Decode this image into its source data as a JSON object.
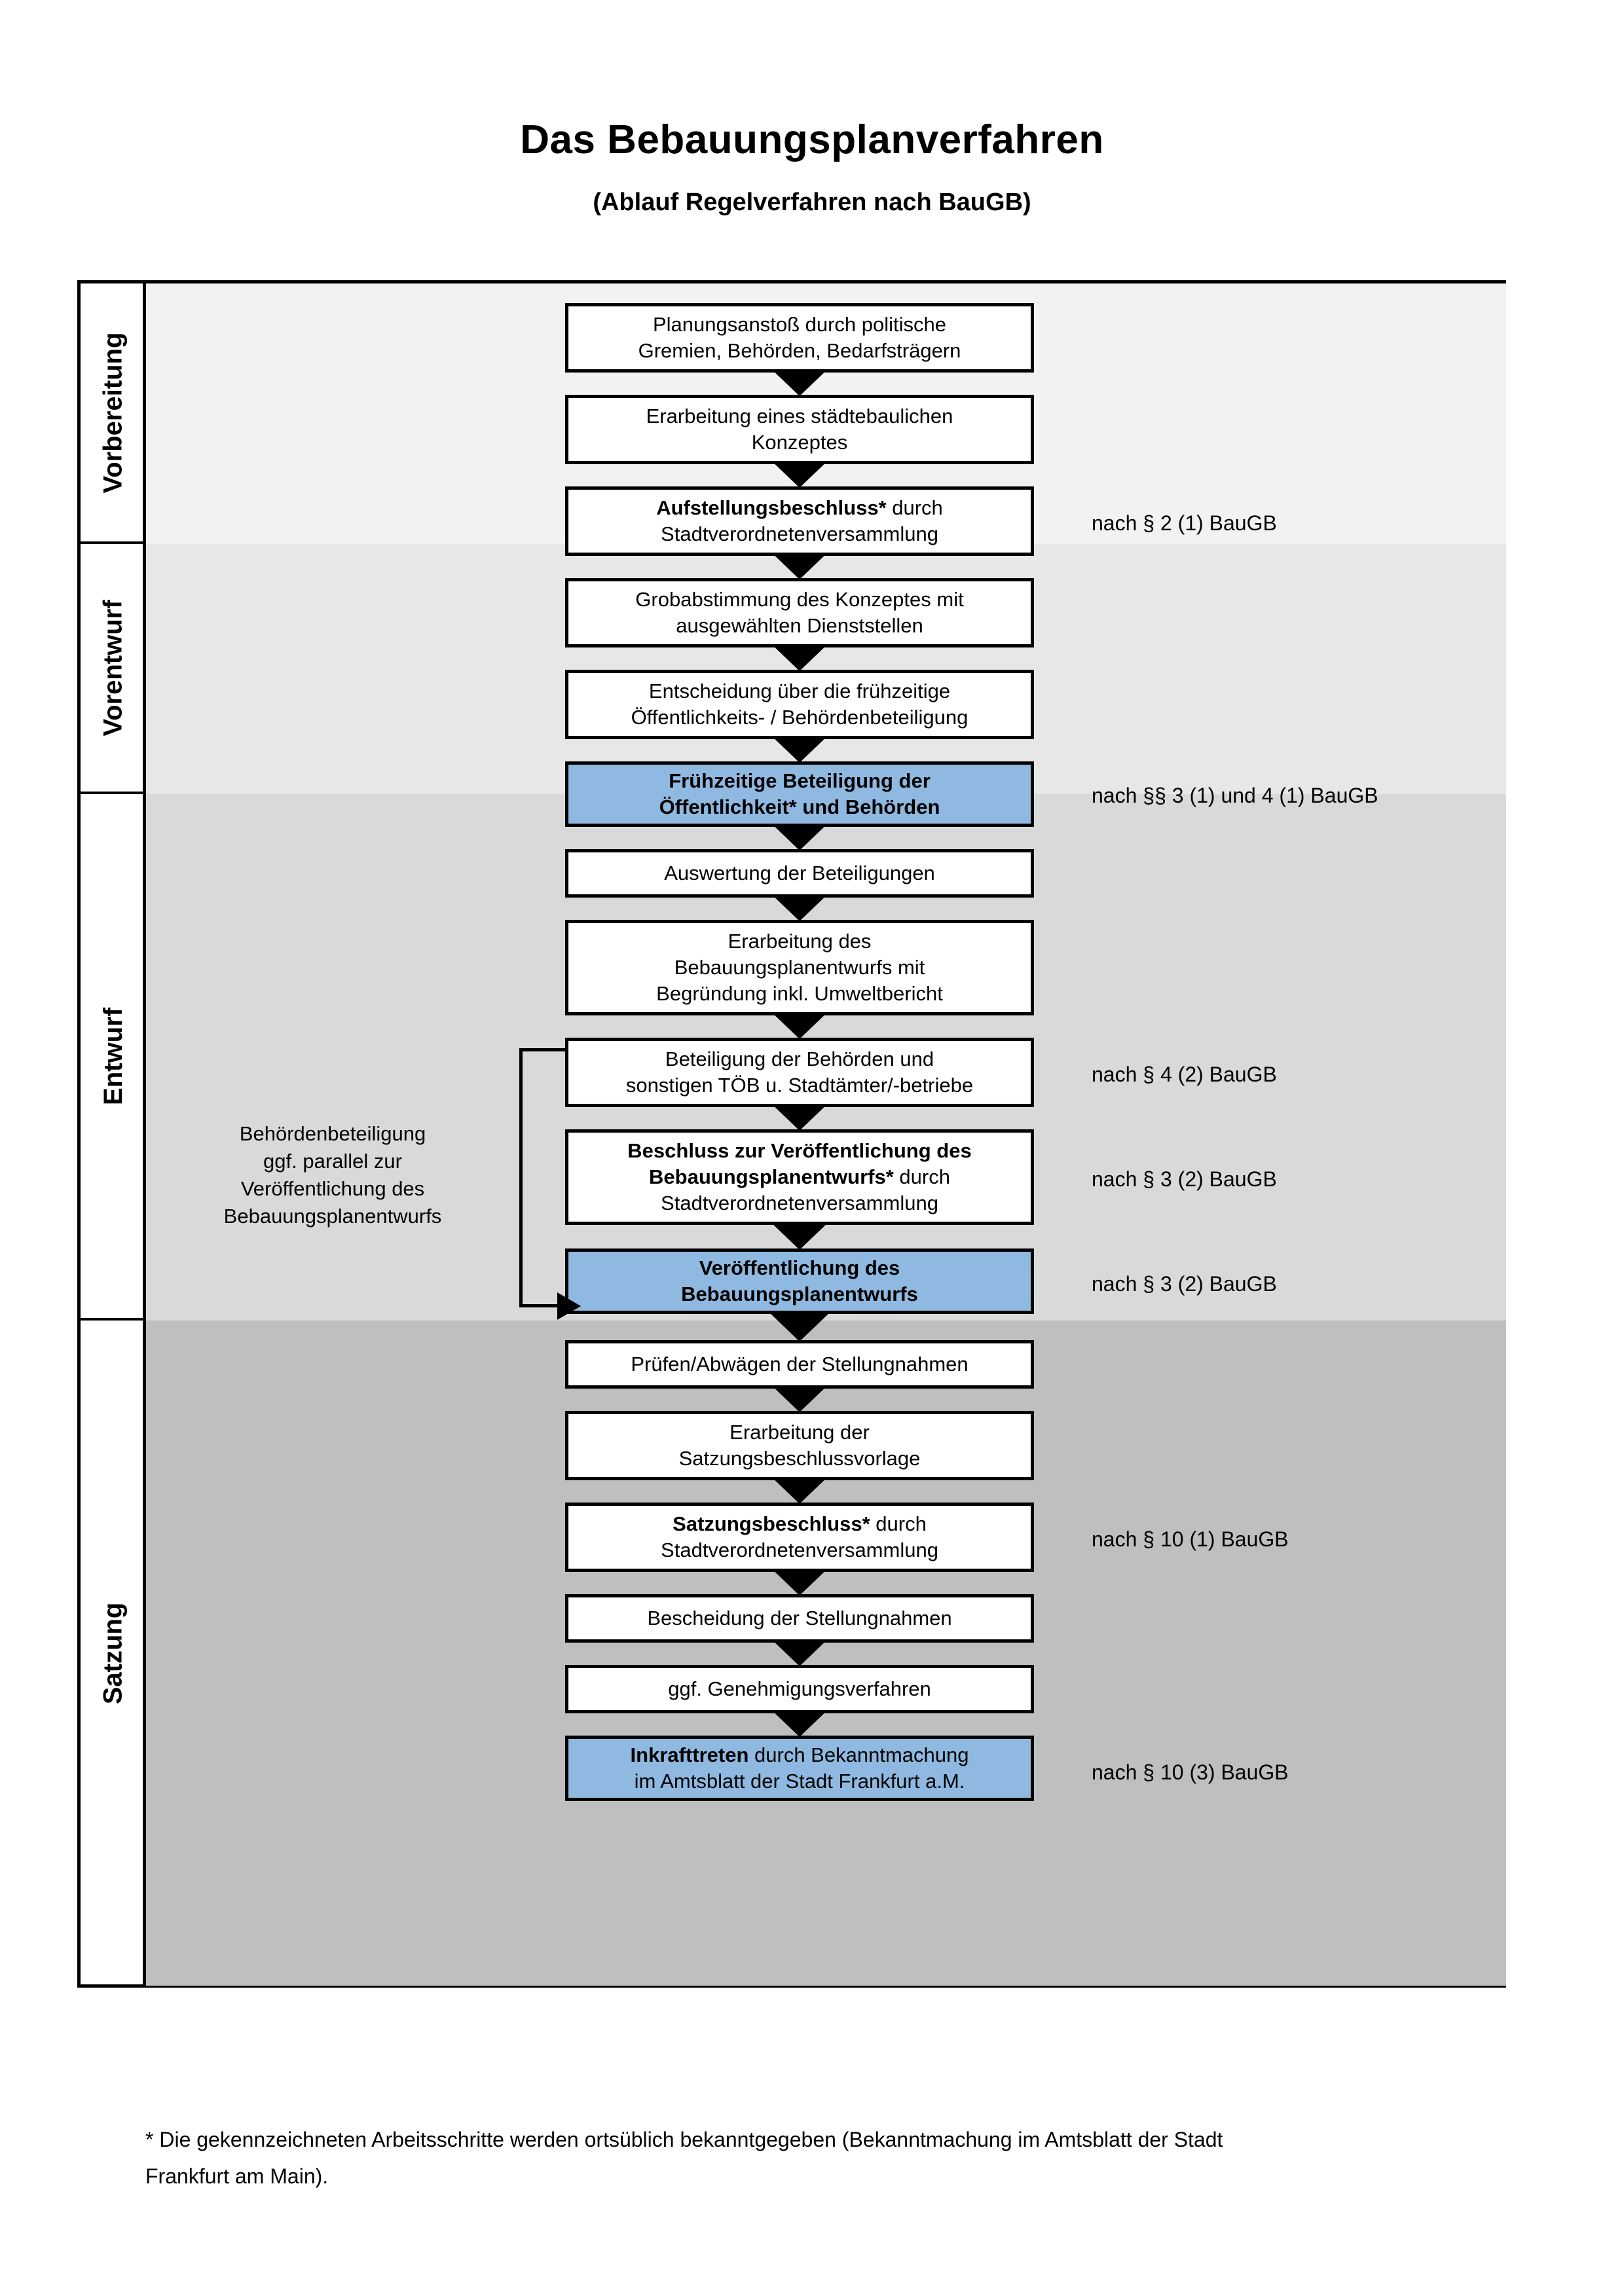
{
  "title": "Das Bebauungsplanverfahren",
  "subtitle": "(Ablauf Regelverfahren nach BauGB)",
  "colors": {
    "highlight_blue": "#8fb9e0",
    "band_vorbereitung": "#f2f2f2",
    "band_vorentwurf": "#e7e7e7",
    "band_entwurf": "#d9d9d9",
    "band_satzung": "#bfbfbf",
    "border": "#000000"
  },
  "phases": [
    {
      "key": "vorbereitung",
      "label": "Vorbereitung"
    },
    {
      "key": "vorentwurf",
      "label": "Vorentwurf"
    },
    {
      "key": "entwurf",
      "label": "Entwurf"
    },
    {
      "key": "satzung",
      "label": "Satzung"
    }
  ],
  "steps": [
    {
      "id": 1,
      "phase": "vorbereitung",
      "highlighted": false,
      "lines": [
        {
          "text": "Planungsanstoß durch politische",
          "bold": false
        },
        {
          "text": "Gremien, Behörden, Bedarfsträgern",
          "bold": false
        }
      ]
    },
    {
      "id": 2,
      "phase": "vorbereitung",
      "highlighted": false,
      "lines": [
        {
          "text": "Erarbeitung eines städtebaulichen",
          "bold": false
        },
        {
          "text": "Konzeptes",
          "bold": false
        }
      ]
    },
    {
      "id": 3,
      "phase": "vorbereitung",
      "highlighted": false,
      "lines": [
        {
          "text": "Aufstellungsbeschluss*",
          "bold": true,
          "suffix": " durch"
        },
        {
          "text": "Stadtverordnetenversammlung",
          "bold": false
        }
      ]
    },
    {
      "id": 4,
      "phase": "vorentwurf",
      "highlighted": false,
      "lines": [
        {
          "text": "Grobabstimmung des Konzeptes mit",
          "bold": false
        },
        {
          "text": "ausgewählten Dienststellen",
          "bold": false
        }
      ]
    },
    {
      "id": 5,
      "phase": "vorentwurf",
      "highlighted": false,
      "lines": [
        {
          "text": "Entscheidung über die frühzeitige",
          "bold": false
        },
        {
          "text": "Öffentlichkeits- / Behördenbeteiligung",
          "bold": false
        }
      ]
    },
    {
      "id": 6,
      "phase": "vorentwurf",
      "highlighted": true,
      "lines": [
        {
          "text": "Frühzeitige Beteiligung der",
          "bold": true
        },
        {
          "text": "Öffentlichkeit* und Behörden",
          "bold": true
        }
      ]
    },
    {
      "id": 7,
      "phase": "entwurf",
      "highlighted": false,
      "lines": [
        {
          "text": "Auswertung der Beteiligungen",
          "bold": false
        }
      ]
    },
    {
      "id": 8,
      "phase": "entwurf",
      "highlighted": false,
      "lines": [
        {
          "text": "Erarbeitung des",
          "bold": false
        },
        {
          "text": "Bebauungsplanentwurfs mit",
          "bold": false
        },
        {
          "text": "Begründung inkl. Umweltbericht",
          "bold": false
        }
      ]
    },
    {
      "id": 9,
      "phase": "entwurf",
      "highlighted": false,
      "lines": [
        {
          "text": "Beteiligung der Behörden und",
          "bold": false
        },
        {
          "text": "sonstigen TÖB u. Stadtämter/-betriebe",
          "bold": false
        }
      ]
    },
    {
      "id": 10,
      "phase": "entwurf",
      "highlighted": false,
      "lines": [
        {
          "text": "Beschluss zur Veröffentlichung des",
          "bold": true
        },
        {
          "text": "Bebauungsplanentwurfs*",
          "bold": true,
          "suffix": " durch"
        },
        {
          "text": "Stadtverordnetenversammlung",
          "bold": false
        }
      ]
    },
    {
      "id": 11,
      "phase": "entwurf",
      "highlighted": true,
      "lines": [
        {
          "text": "Veröffentlichung des",
          "bold": true
        },
        {
          "text": "Bebauungsplanentwurfs",
          "bold": true
        }
      ]
    },
    {
      "id": 12,
      "phase": "satzung",
      "highlighted": false,
      "lines": [
        {
          "text": "Prüfen/Abwägen der Stellungnahmen",
          "bold": false
        }
      ]
    },
    {
      "id": 13,
      "phase": "satzung",
      "highlighted": false,
      "lines": [
        {
          "text": "Erarbeitung der",
          "bold": false
        },
        {
          "text": "Satzungsbeschlussvorlage",
          "bold": false
        }
      ]
    },
    {
      "id": 14,
      "phase": "satzung",
      "highlighted": false,
      "lines": [
        {
          "text": "Satzungsbeschluss*",
          "bold": true,
          "suffix": " durch"
        },
        {
          "text": "Stadtverordnetenversammlung",
          "bold": false
        }
      ]
    },
    {
      "id": 15,
      "phase": "satzung",
      "highlighted": false,
      "lines": [
        {
          "text": "Bescheidung der Stellungnahmen",
          "bold": false
        }
      ]
    },
    {
      "id": 16,
      "phase": "satzung",
      "highlighted": false,
      "lines": [
        {
          "text": "ggf. Genehmigungsverfahren",
          "bold": false
        }
      ]
    },
    {
      "id": 17,
      "phase": "satzung",
      "highlighted": true,
      "lines": [
        {
          "text": "Inkrafttreten",
          "bold": true,
          "suffix": " durch Bekanntmachung"
        },
        {
          "text": "im Amtsblatt der Stadt Frankfurt a.M.",
          "bold": false
        }
      ]
    }
  ],
  "legal_refs": [
    {
      "id": "ref1",
      "text": "nach § 2 (1) BauGB",
      "for_step": 3
    },
    {
      "id": "ref2",
      "text": "nach §§ 3 (1) und 4 (1) BauGB",
      "for_step": 6
    },
    {
      "id": "ref3",
      "text": "nach § 4 (2) BauGB",
      "for_step": 9
    },
    {
      "id": "ref4",
      "text": "nach § 3 (2) BauGB",
      "for_step": 10
    },
    {
      "id": "ref5",
      "text": "nach § 3 (2) BauGB",
      "for_step": 11
    },
    {
      "id": "ref6",
      "text": "nach § 10 (1) BauGB",
      "for_step": 14
    },
    {
      "id": "ref7",
      "text": "nach § 10 (3) BauGB",
      "for_step": 17
    }
  ],
  "side_note": {
    "lines": [
      "Behördenbeteiligung",
      "ggf. parallel zur",
      "Veröffentlichung des",
      "Bebauungsplanentwurfs"
    ]
  },
  "footnote": {
    "line1": "* Die gekennzeichneten Arbeitsschritte werden ortsüblich bekanntgegeben (Bekanntmachung im Amtsblatt  der Stadt",
    "line2": "Frankfurt am Main)."
  }
}
